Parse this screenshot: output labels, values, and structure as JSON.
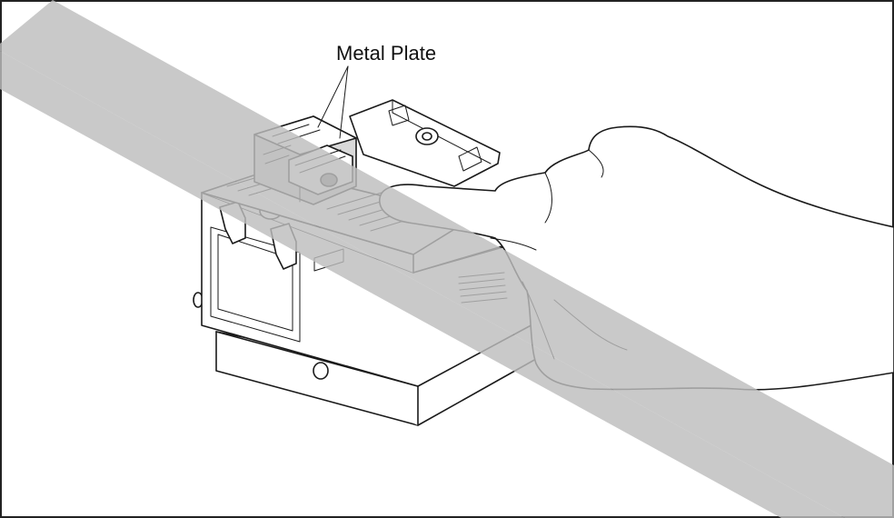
{
  "figure": {
    "callout_label": "Metal Plate",
    "colors": {
      "prohibition_band": "#bdbdbd",
      "line_art": "#1a1a1a",
      "background": "#ffffff",
      "frame": "#222222"
    },
    "icons": [
      "prohibition-band",
      "hand-icon",
      "connector-module-drawing"
    ]
  }
}
